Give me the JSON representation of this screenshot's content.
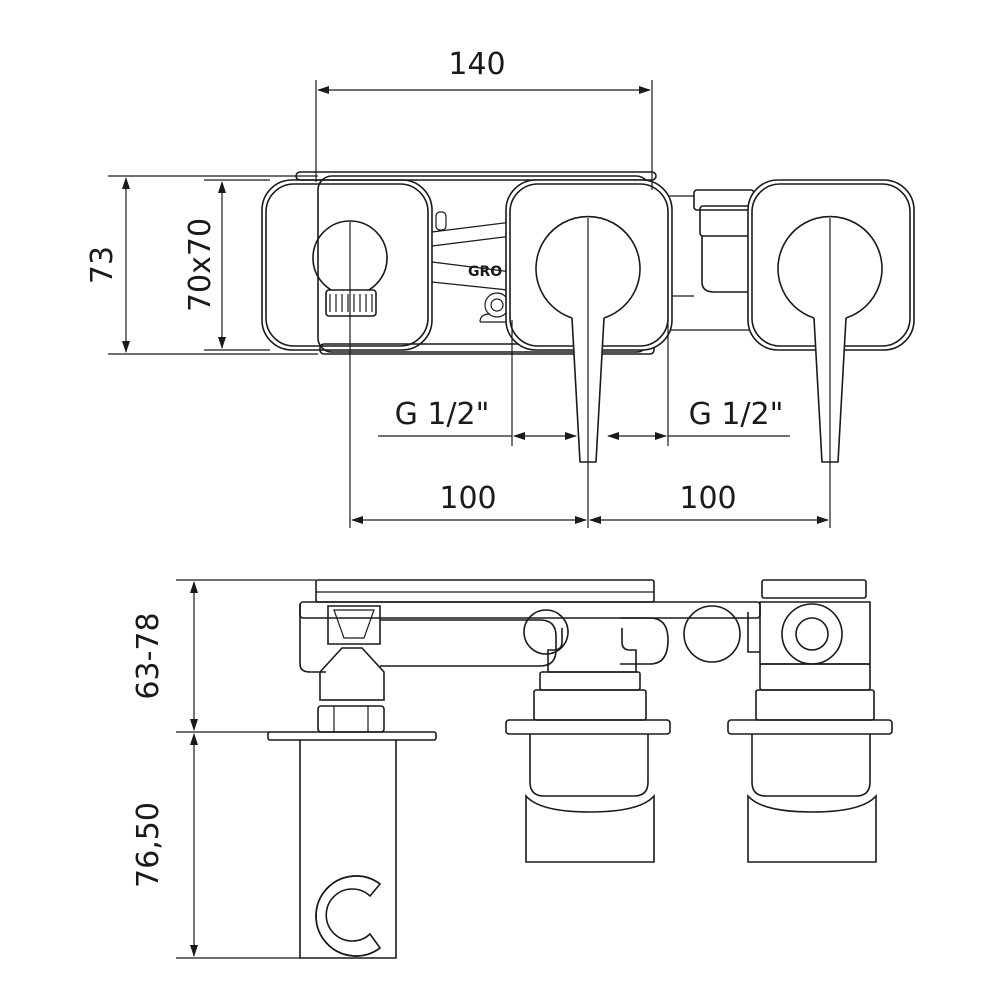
{
  "dimensions": {
    "overall_width": "140",
    "overall_height": "73",
    "plate_size": "70x70",
    "connection_left": "G 1/2\"",
    "connection_right": "G 1/2\"",
    "spacing_left": "100",
    "spacing_right": "100",
    "depth_range": "63-78",
    "outlet_projection": "76,50"
  },
  "logo_text": "GRO",
  "colors": {
    "line": "#1a1a1a",
    "background": "#ffffff"
  }
}
